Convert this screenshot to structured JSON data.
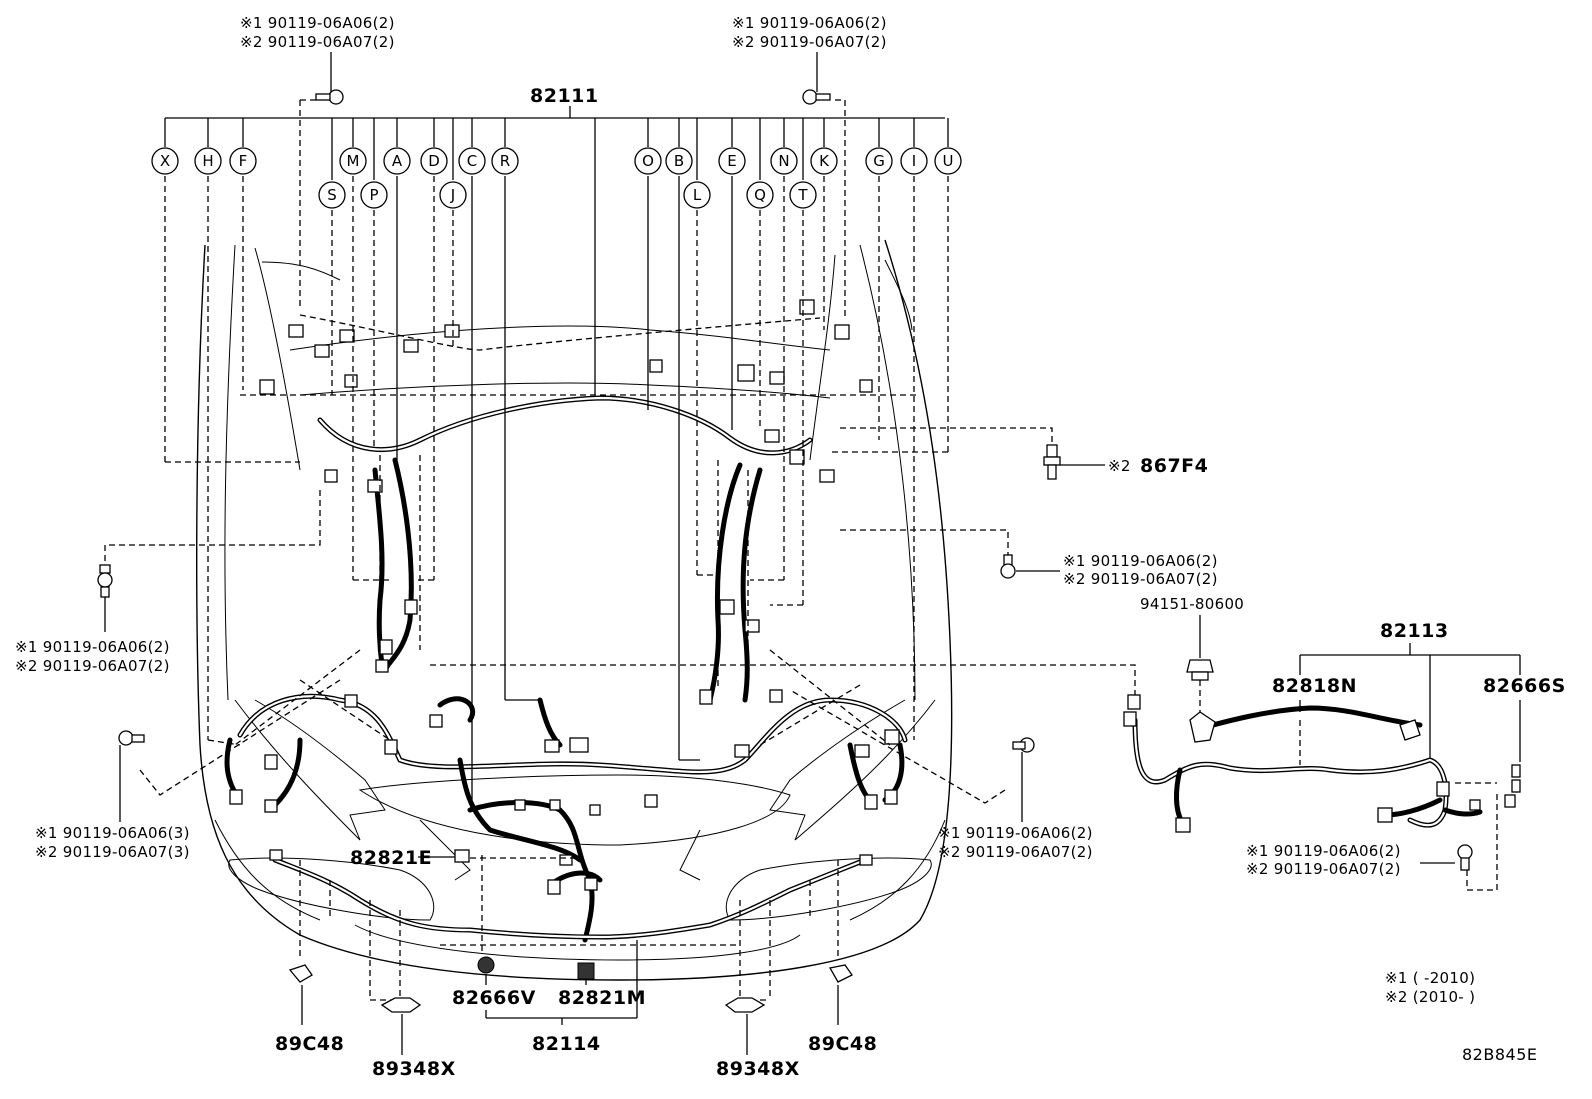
{
  "callouts": [
    "X",
    "H",
    "F",
    "M",
    "A",
    "D",
    "C",
    "R",
    "S",
    "P",
    "J",
    "O",
    "B",
    "E",
    "N",
    "K",
    "G",
    "I",
    "U",
    "L",
    "Q",
    "T"
  ],
  "parts": {
    "main_harness": "82111",
    "sub_harness": "82113",
    "front_bumper_harness": "82114",
    "clamp_82818N": "82818N",
    "clamp_82666S": "82666S",
    "clamp_82821E": "82821E",
    "clamp_82666V": "82666V",
    "clamp_82821M": "82821M",
    "bracket_89C48_left": "89C48",
    "bracket_89C48_right": "89C48",
    "bracket_89348X_left": "89348X",
    "bracket_89348X_right": "89348X",
    "nut_94151": "94151-80600",
    "sensor_867F4": "867F4",
    "sensor_867F4_prefix": "※2"
  },
  "bolt_refs": {
    "top_left": [
      "※1 90119-06A06(2)",
      "※2 90119-06A07(2)"
    ],
    "top_right": [
      "※1 90119-06A06(2)",
      "※2 90119-06A07(2)"
    ],
    "mid_left": [
      "※1 90119-06A06(2)",
      "※2 90119-06A07(2)"
    ],
    "mid_right": [
      "※1 90119-06A06(2)",
      "※2 90119-06A07(2)"
    ],
    "low_left": [
      "※1 90119-06A06(3)",
      "※2 90119-06A07(3)"
    ],
    "low_right": [
      "※1 90119-06A06(2)",
      "※2 90119-06A07(2)"
    ],
    "sub_right": [
      "※1 90119-06A06(2)",
      "※2 90119-06A07(2)"
    ]
  },
  "legend": {
    "note1": "※1 (       -2010)",
    "note2": "※2 (2010-       )"
  },
  "diagram_code": "82B845E"
}
